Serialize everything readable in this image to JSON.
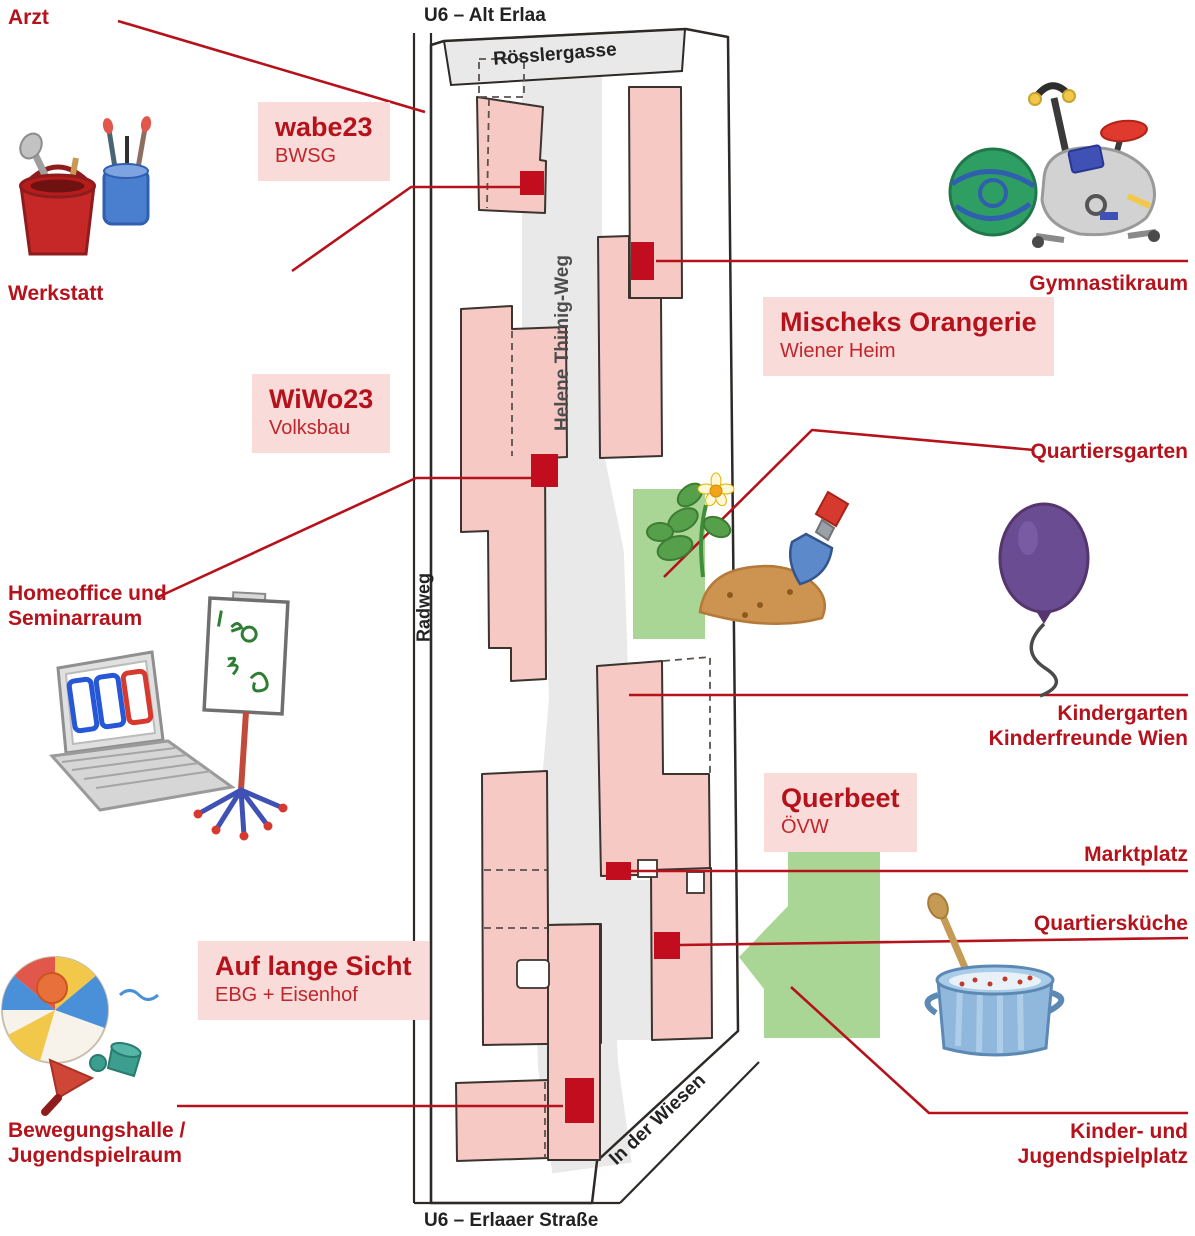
{
  "streets": {
    "u6_alt_erlaa": "U6 – Alt Erlaa",
    "u6_erlaaer_strasse": "U6 – Erlaaer Straße",
    "roesslergasse": "Rösslergasse",
    "helene_thimig_weg": "Helene Thimig-Weg",
    "radweg": "Radweg",
    "in_der_wiesen": "In der Wiesen"
  },
  "projects": [
    {
      "title": "wabe23",
      "subtitle": "BWSG"
    },
    {
      "title": "WiWo23",
      "subtitle": "Volksbau"
    },
    {
      "title": "Mischeks Orangerie",
      "subtitle": "Wiener Heim"
    },
    {
      "title": "Querbeet",
      "subtitle": "ÖVW"
    },
    {
      "title": "Auf lange Sicht",
      "subtitle": "EBG + Eisenhof"
    }
  ],
  "callouts": [
    {
      "label": "Arzt"
    },
    {
      "label": "Werkstatt"
    },
    {
      "label": "Homeoffice und Seminarraum"
    },
    {
      "label": "Gymnastikraum"
    },
    {
      "label": "Quartiersgarten"
    },
    {
      "label": "Kindergarten Kinderfreunde Wien"
    },
    {
      "label": "Marktplatz"
    },
    {
      "label": "Quartiersküche"
    },
    {
      "label": "Bewegungshalle / Jugendspielraum"
    },
    {
      "label": "Kinder- und Jugendspielplatz"
    }
  ],
  "illustrations": [
    {
      "name": "paint-bucket-and-brush-cup-illustration"
    },
    {
      "name": "exercise-bike-and-gym-ball-illustration"
    },
    {
      "name": "plant-soil-and-trowel-illustration"
    },
    {
      "name": "balloon-illustration"
    },
    {
      "name": "laptop-and-flipchart-illustration"
    },
    {
      "name": "beach-ball-and-toys-illustration"
    },
    {
      "name": "cooking-pot-illustration"
    }
  ],
  "colors": {
    "label_red": "#b5121b",
    "line_red": "#b5121b",
    "box_bg": "#f9dcda",
    "building_pink": "#f7c9c5",
    "marker_red": "#c10d1d",
    "green_area": "#a9d694",
    "road_gray": "#e9e9e9",
    "map_outline": "#2d2926"
  }
}
